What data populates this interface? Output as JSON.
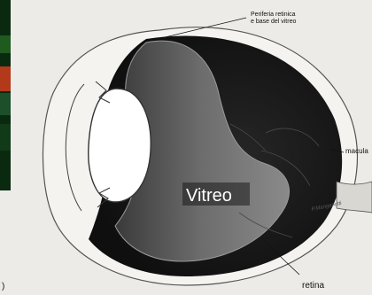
{
  "labels": {
    "periphery_line1": "Periferia retinica",
    "periphery_line2": "e base del vitreo",
    "macula": "macula",
    "vitreo": "Vitreo",
    "retina": "retina",
    "signature": "P.Manganotti"
  },
  "edge_fragment": ")"
}
